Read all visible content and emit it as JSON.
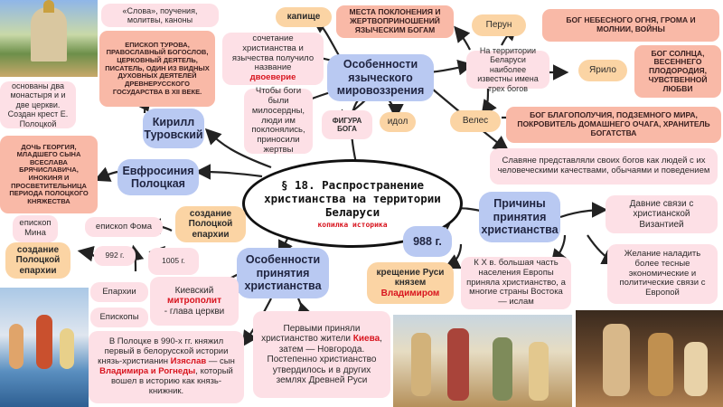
{
  "center": {
    "title": "§ 18. Распространение христианства на территории Беларуси",
    "subtitle": "копилка историка"
  },
  "pagan": {
    "title": "Особенности языческого мировоззрения",
    "kapishche": "капище",
    "kapishche_def": "МЕСТА ПОКЛОНЕНИЯ И ЖЕРТВОПРИНОШЕНИЙ ЯЗЫЧЕСКИМ БОГАМ",
    "dvoevery_pre": "сочетание христианства и язычества получило название",
    "dvoevery": "двоеверие",
    "why_gods": "Чтобы боги были милосердны, люди им поклонялись, приносили жертвы",
    "figura": "ФИГУРА БОГА",
    "idol": "идол",
    "three_gods": "На территории Беларуси наиболее известны имена трех богов",
    "perun": "Перун",
    "perun_def": "БОГ НЕБЕСНОГО ОГНЯ, ГРОМА И МОЛНИИ, ВОЙНЫ",
    "yarilo": "Ярило",
    "yarilo_def": "БОГ СОЛНЦА, ВЕСЕННЕГО ПЛОДОРОДИЯ, ЧУВСТВЕННОЙ ЛЮБВИ",
    "veles": "Велес",
    "veles_def": "БОГ БЛАГОПОЛУЧИЯ, ПОДЗЕМНОГО МИРА, ПОКРОВИТЕЛЬ ДОМАШНЕГО ОЧАГА, ХРАНИТЕЛЬ БОГАТСТВА",
    "slavs": "Славяне представляли своих богов как людей с их человеческими качествами, обычаями и поведением"
  },
  "kirill": {
    "name": "Кирилл Туровский",
    "works": "«Слова», поучения, молитвы, каноны",
    "bio": "ЕПИСКОП ТУРОВА, ПРАВОСЛАВНЫЙ БОГОСЛОВ, ЦЕРКОВНЫЙ ДЕЯТЕЛЬ, ПИСАТЕЛЬ, ОДИН ИЗ ВИДНЫХ ДУХОВНЫХ ДЕЯТЕЛЕЙ ДРЕВНЕРУССКОГО ГОСУДАРСТВА В XII ВЕКЕ."
  },
  "efrosinia": {
    "name": "Евфросиния Полоцкая",
    "founded": "основаны два монастыря и и две церкви. Создан крест Е. Полоцкой",
    "bio": "ДОЧЬ ГЕОРГИЯ, МЛАДШЕГО СЫНА ВСЕСЛАВА БРЯЧИСЛАВИЧА, ИНОКИНЯ И ПРОСВЕТИТЕЛЬНИЦА ПЕРИОДА ПОЛОЦКОГО КНЯЖЕСТВА"
  },
  "eparchies": {
    "polotsk": "создание Полоцкой епархии",
    "toma": "епископ Фома",
    "turov": "создание Полоцкой епархии",
    "mina": "епископ Мина",
    "y992": "992 г.",
    "y1005": "1005 г."
  },
  "adoption": {
    "title": "Особенности принятия христианства",
    "eparchii": "Епархии",
    "episkopy": "Епископы",
    "metro_pre": "Киевский",
    "metro": "митрополит",
    "metro_post": "- глава церкви",
    "polotsk_p1": "В Полоцке в 990-х гг. княжил первый в белорусской истории князь-христианин",
    "izyaslav": "Изяслав",
    "polotsk_p2": "— сын",
    "parents": "Владимира и Рогнеды",
    "polotsk_p3": ", который вошел в историю как князь-книжник.",
    "first_p1": "Первыми приняли христианство жители",
    "kiev": "Киева",
    "first_p2": ", затем — Новгорода. Постепенно христианство утвердилось и в других землях Древней Руси"
  },
  "baptism": {
    "year": "988 г.",
    "text": "крещение Руси князем",
    "vladimir": "Владимиром"
  },
  "reasons": {
    "title": "Причины принятия христианства",
    "byzantium": "Давние связи с христианской Византией",
    "europe": "К X в. большая часть населения Европы приняла христианство, а многие страны Востока — ислам",
    "ties": "Желание наладить более тесные экономические и политические связи с Европой"
  },
  "colors": {
    "blue": "#b9c9f2",
    "pink": "#fde0e6",
    "salmon": "#f9b9a7",
    "peach": "#fbd4a4",
    "accent": "#d8141e"
  }
}
